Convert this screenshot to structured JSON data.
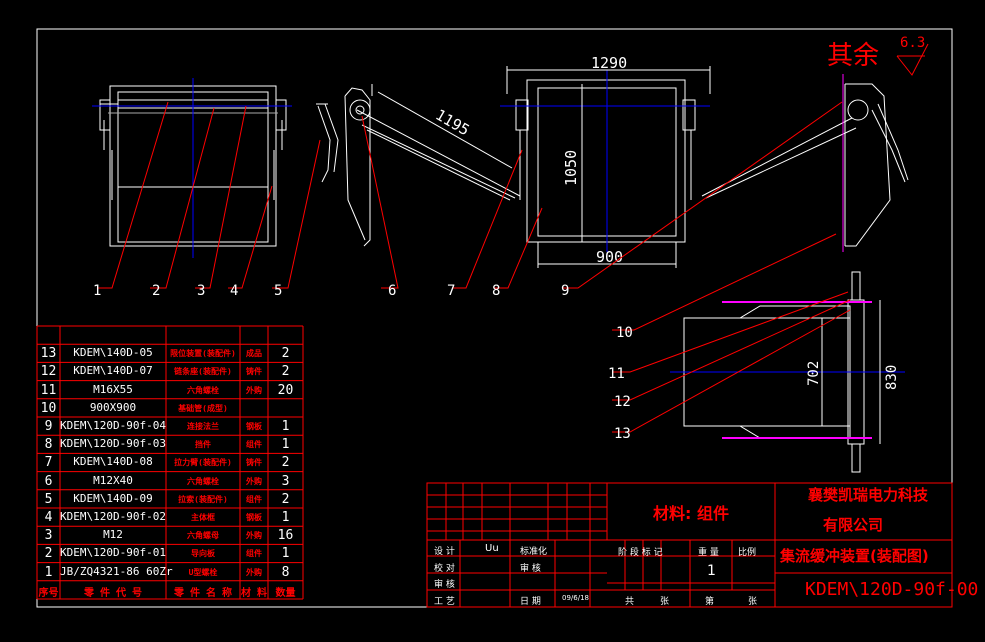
{
  "surface_finish": {
    "label": "其余",
    "value": "6.3"
  },
  "dimensions": {
    "width_top": "1290",
    "diagonal": "1195",
    "height": "1050",
    "width_bottom": "900",
    "plan_depth": "702",
    "plan_width": "830"
  },
  "balloons": [
    "1",
    "2",
    "3",
    "4",
    "5",
    "6",
    "7",
    "8",
    "9",
    "10",
    "11",
    "12",
    "13"
  ],
  "bom": {
    "headers": [
      "序号",
      "零 件 代 号",
      "零 件 名 称",
      "材 料",
      "数量"
    ],
    "rows": [
      {
        "no": "13",
        "code": "KDEM\\140D-05",
        "name": "限位装置(装配件)",
        "mat": "成品",
        "qty": "2"
      },
      {
        "no": "12",
        "code": "KDEM\\140D-07",
        "name": "链条座(装配件)",
        "mat": "铸件",
        "qty": "2"
      },
      {
        "no": "11",
        "code": "M16X55",
        "name": "六角螺栓",
        "mat": "外购",
        "qty": "20"
      },
      {
        "no": "10",
        "code": "900X900",
        "name": "基础管(成型)",
        "mat": "",
        "qty": ""
      },
      {
        "no": "9",
        "code": "KDEM\\120D-90f-04",
        "name": "连接法兰",
        "mat": "钢板",
        "qty": "1"
      },
      {
        "no": "8",
        "code": "KDEM\\120D-90f-03",
        "name": "挡件",
        "mat": "组件",
        "qty": "1"
      },
      {
        "no": "7",
        "code": "KDEM\\140D-08",
        "name": "拉力臂(装配件)",
        "mat": "铸件",
        "qty": "2"
      },
      {
        "no": "6",
        "code": "M12X40",
        "name": "六角螺栓",
        "mat": "外购",
        "qty": "3"
      },
      {
        "no": "5",
        "code": "KDEM\\140D-09",
        "name": "拉索(装配件)",
        "mat": "组件",
        "qty": "2"
      },
      {
        "no": "4",
        "code": "KDEM\\120D-90f-02",
        "name": "主体框",
        "mat": "钢板",
        "qty": "1"
      },
      {
        "no": "3",
        "code": "M12",
        "name": "六角螺母",
        "mat": "外购",
        "qty": "16"
      },
      {
        "no": "2",
        "code": "KDEM\\120D-90f-01",
        "name": "导向板",
        "mat": "组件",
        "qty": "1"
      },
      {
        "no": "1",
        "code": "JB/ZQ4321-86  60Zr",
        "name": "U型螺栓",
        "mat": "外购",
        "qty": "8"
      }
    ]
  },
  "title_block": {
    "material": "材料: 组件",
    "company_line1": "襄樊凯瑞电力科技",
    "company_line2": "有限公司",
    "drawing_title": "集流缓冲装置(装配图)",
    "drawing_no": "KDEM\\120D-90f-00",
    "quantity": "1",
    "labels": {
      "design": "设 计",
      "design_name": "Uu",
      "standard": "标准化",
      "check": "校 对",
      "review": "审 核",
      "audit": "审 核",
      "process": "工 艺",
      "date": "日 期",
      "date_val": "09/6/18",
      "stage_mark": "阶 段 标 记",
      "weight": "重 量",
      "scale": "比例",
      "total": "共",
      "sheets": "张",
      "page": "第",
      "page_sheet": "张"
    }
  }
}
